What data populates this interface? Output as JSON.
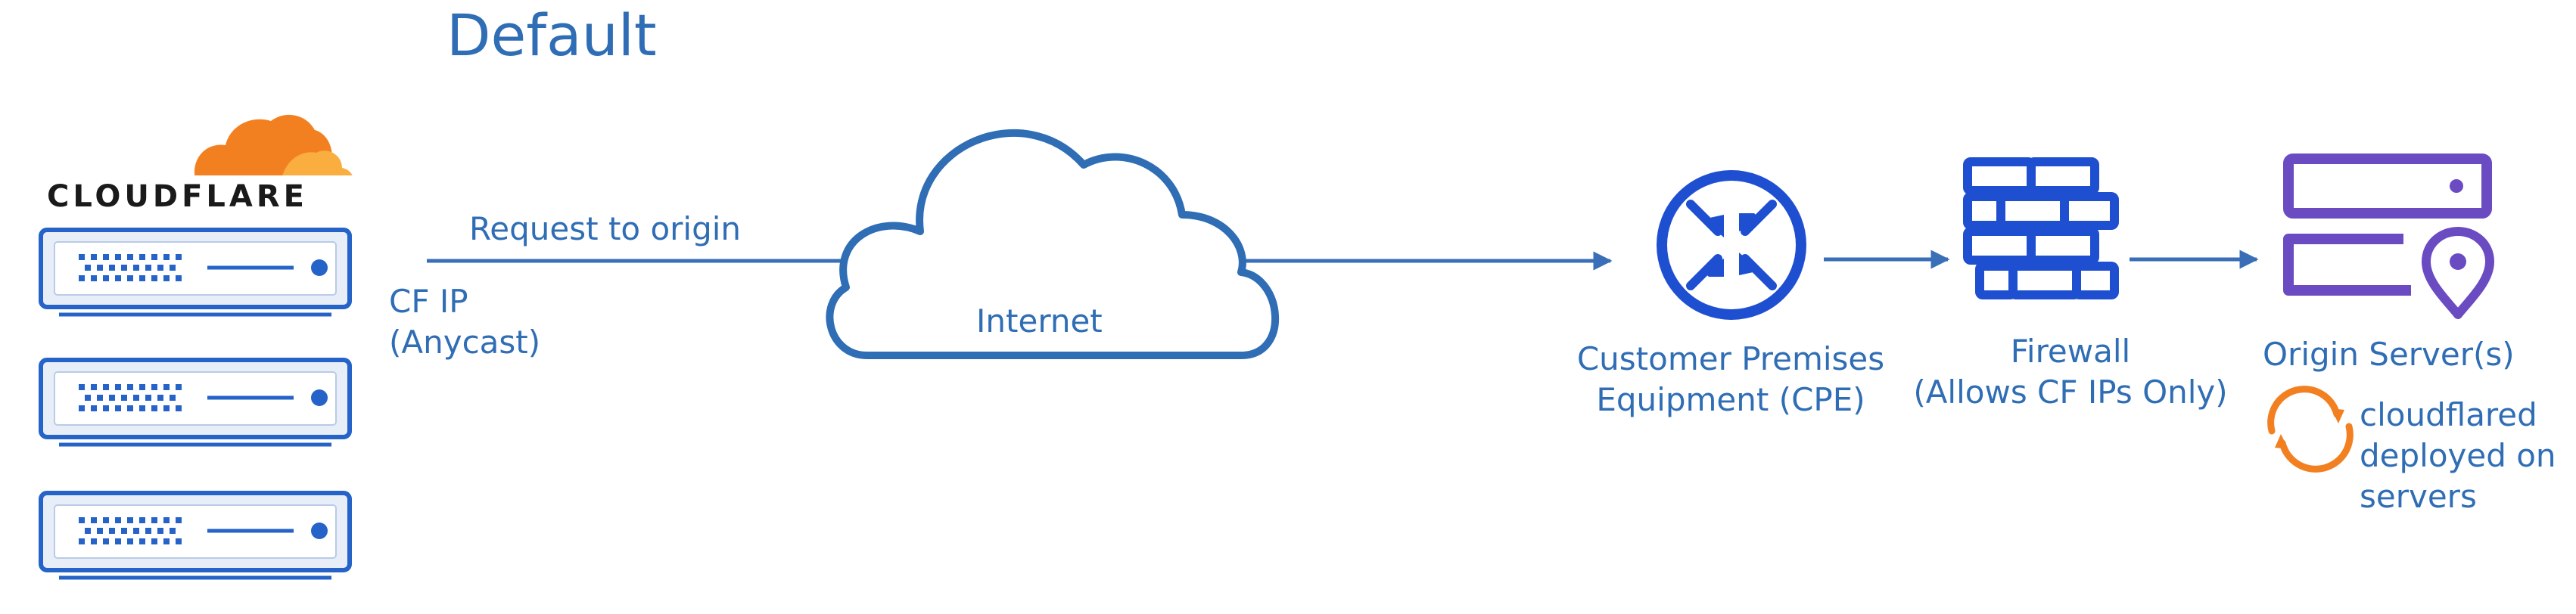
{
  "diagram": {
    "title": "Default",
    "brand": "CLOUDFLARE",
    "labels": {
      "request_to_origin": "Request to origin",
      "cf_ip_line1": "CF IP",
      "cf_ip_line2": "(Anycast)",
      "internet": "Internet",
      "cpe_line1": "Customer Premises",
      "cpe_line2": "Equipment (CPE)",
      "firewall_line1": "Firewall",
      "firewall_line2": "(Allows CF IPs Only)",
      "origin": "Origin Server(s)",
      "cloudflared_line1": "cloudflared",
      "cloudflared_line2": "deployed on",
      "cloudflared_line3": "servers"
    },
    "colors": {
      "text_blue": "#2f6db5",
      "line_blue": "#3a6fb8",
      "server_blue": "#2563c9",
      "server_fill": "#e8eef8",
      "icon_blue": "#1f4fd1",
      "origin_purple": "#6a4bc2",
      "cloudflare_orange": "#f38020",
      "cloudflare_orange_light": "#faae40"
    },
    "icons": [
      "cloudflare-logo",
      "server-rack-icon",
      "internet-cloud-icon",
      "router-icon",
      "firewall-icon",
      "origin-server-icon",
      "sync-icon"
    ]
  }
}
